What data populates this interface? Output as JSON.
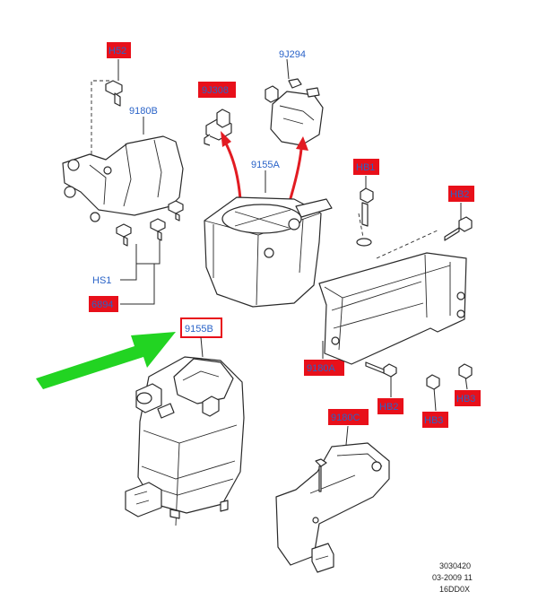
{
  "labels": {
    "h52": "H52",
    "l9180b": "9180B",
    "l9j308": "9J308",
    "l9j294": "9J294",
    "l9155a": "9155A",
    "hb1": "HB1",
    "hb2_top": "HB2",
    "hs1": "HS1",
    "l6894": "6894",
    "l9155b": "9155B",
    "l9180a": "9180A",
    "hb2_bottom": "HB2",
    "hb3_right": "HB3",
    "hb3_mid": "HB3",
    "l9180c": "9180C"
  },
  "reference": {
    "line1": "3030420",
    "line2": "03-2009 11",
    "line3": "16DD0X"
  },
  "colors": {
    "label_blue": "#2a63c8",
    "label_red": "#e8101a",
    "arrow_red": "#e21b22",
    "arrow_green": "#22d422"
  }
}
